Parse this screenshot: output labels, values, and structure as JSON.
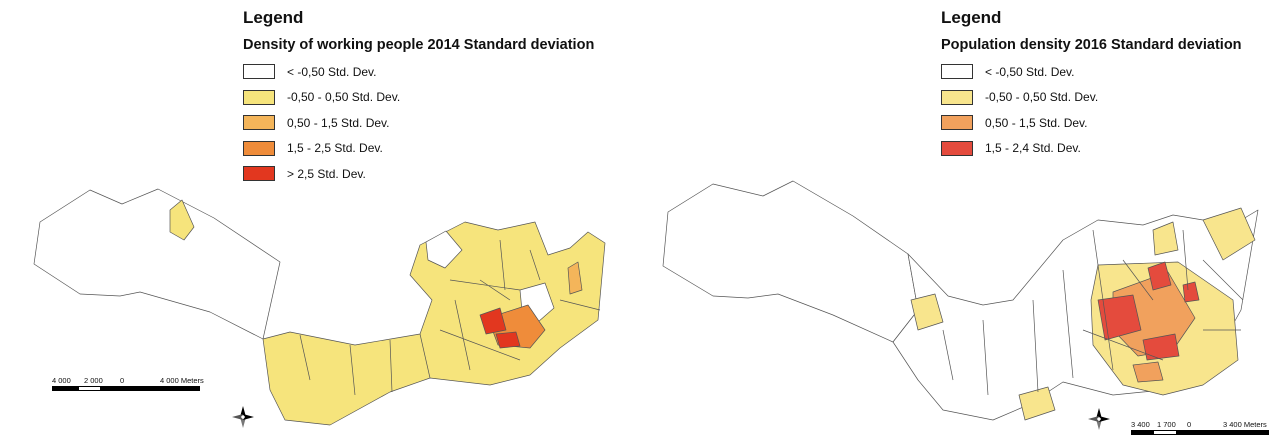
{
  "maps": [
    {
      "legend_heading": "Legend",
      "legend_title": "Density of working people 2014 Standard deviation",
      "classes": [
        {
          "label": "< -0,50 Std. Dev.",
          "color": "#ffffff"
        },
        {
          "label": "-0,50 - 0,50 Std. Dev.",
          "color": "#f6e47c"
        },
        {
          "label": "0,50 - 1,5 Std. Dev.",
          "color": "#f4b55a"
        },
        {
          "label": "1,5 - 2,5 Std. Dev.",
          "color": "#ef8c3a"
        },
        {
          "label": "> 2,5 Std. Dev.",
          "color": "#e2371f"
        }
      ],
      "scale": {
        "ticks": [
          "4 000",
          "2 000",
          "0",
          "4 000 Meters"
        ]
      }
    },
    {
      "legend_heading": "Legend",
      "legend_title": "Population density 2016 Standard deviation",
      "classes": [
        {
          "label": "< -0,50 Std. Dev.",
          "color": "#ffffff"
        },
        {
          "label": "-0,50 - 0,50 Std. Dev.",
          "color": "#f8e58d"
        },
        {
          "label": "0,50 - 1,5 Std. Dev.",
          "color": "#f1a15d"
        },
        {
          "label": "1,5 - 2,4 Std. Dev.",
          "color": "#e44b3d"
        }
      ],
      "scale": {
        "ticks": [
          "3 400",
          "1 700",
          "0",
          "3 400 Meters"
        ]
      }
    }
  ]
}
